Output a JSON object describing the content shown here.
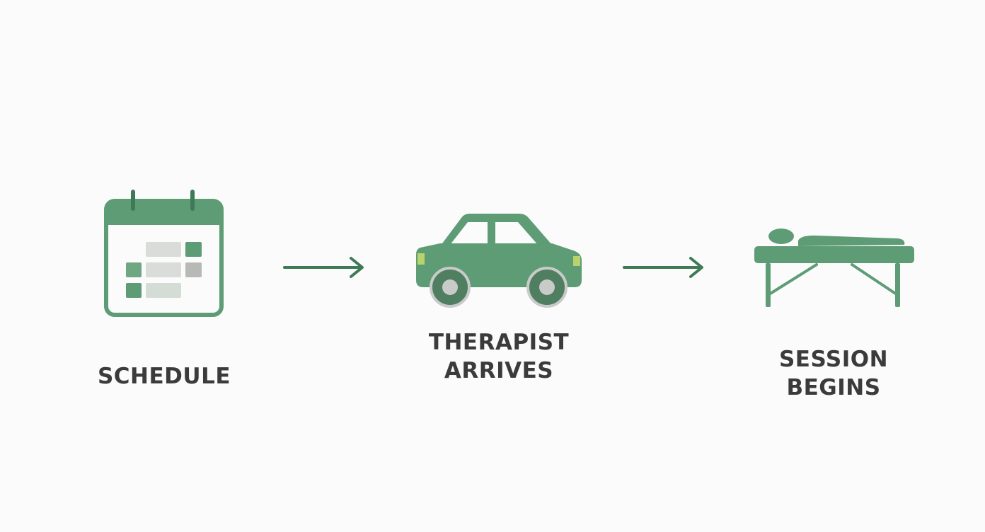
{
  "colors": {
    "background": "#fbfbfb",
    "primary_green": "#5e9c76",
    "dark_green": "#3f7a56",
    "light_gray": "#d9dcd9",
    "wheel_dark": "#4f7e60",
    "wheel_hub": "#c9cbc9",
    "headlight": "#b8d26c",
    "text": "#3b3b3b"
  },
  "steps": [
    {
      "icon": "calendar-icon",
      "label_lines": [
        "SCHEDULE"
      ]
    },
    {
      "icon": "car-icon",
      "label_lines": [
        "THERAPIST",
        "ARRIVES"
      ]
    },
    {
      "icon": "massage-table-icon",
      "label_lines": [
        "SESSION",
        "BEGINS"
      ]
    }
  ],
  "connectors": [
    {
      "icon": "arrow-right-icon"
    },
    {
      "icon": "arrow-right-icon"
    }
  ]
}
